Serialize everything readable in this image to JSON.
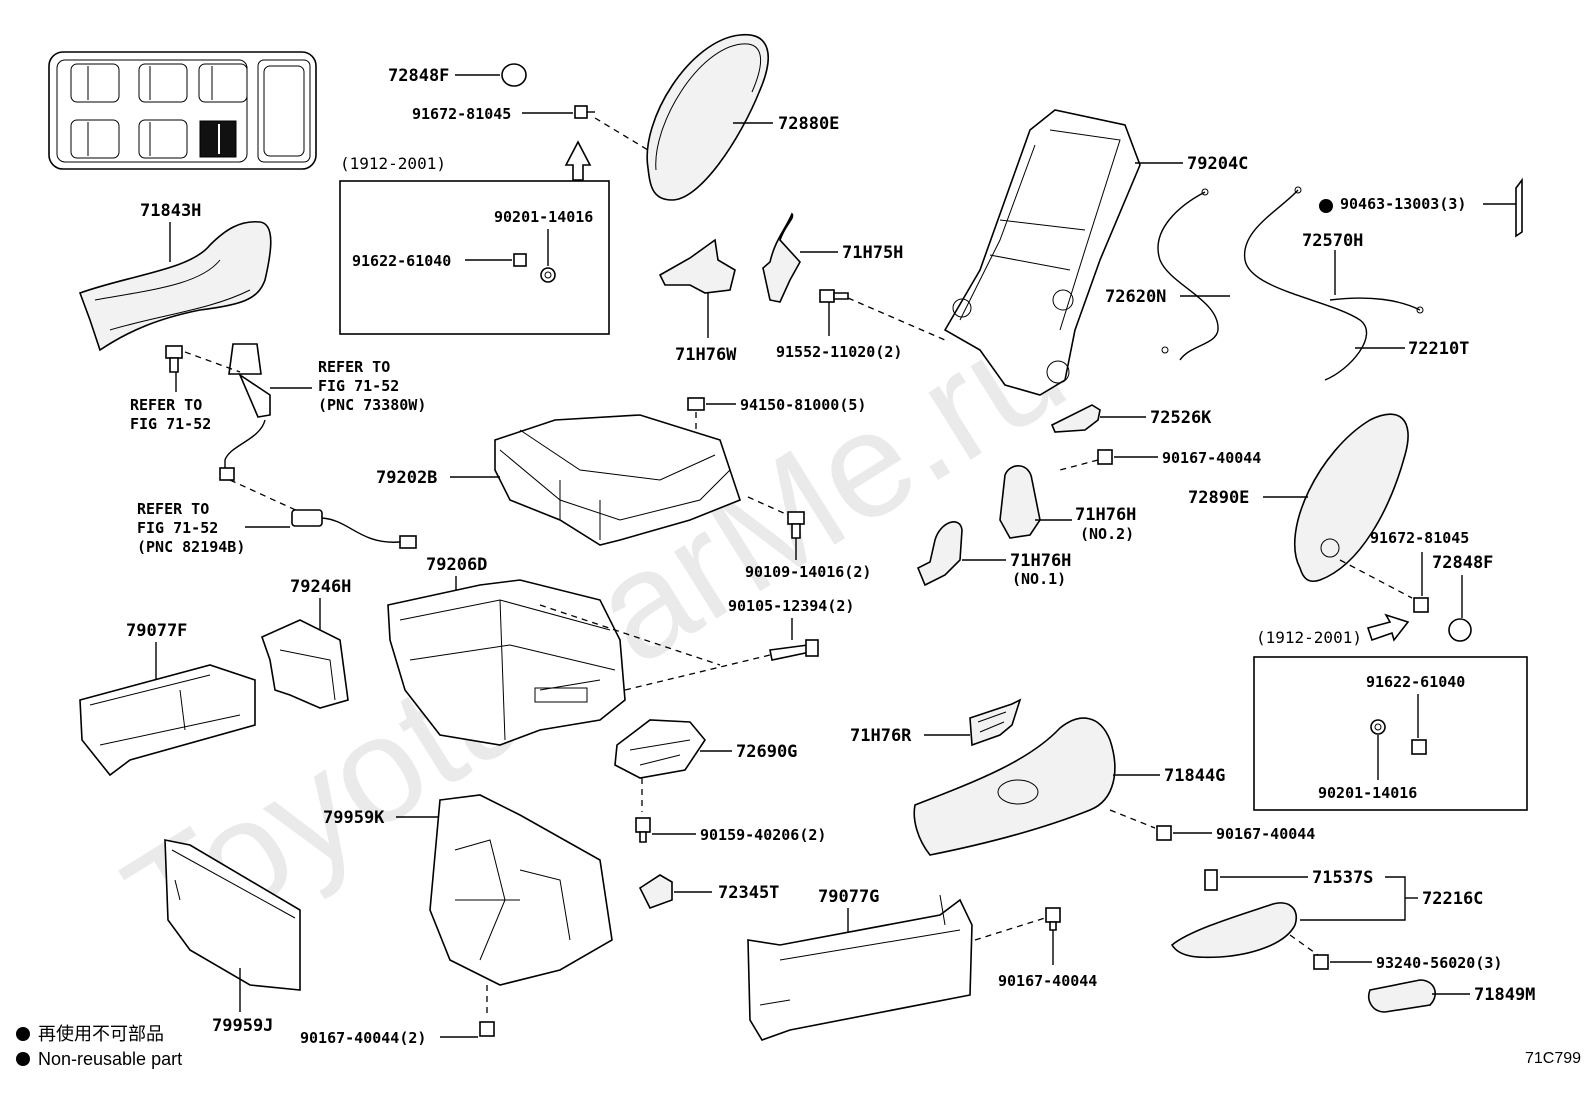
{
  "watermark": "ToyotaCarMe.ru",
  "figure_code": "71C799",
  "legend": {
    "jp": "再使用不可部品",
    "en": "Non-reusable part"
  },
  "labels": {
    "p72848F_top": "72848F",
    "p91672_81045_top": "91672-81045",
    "p72880E": "72880E",
    "box1_date": "(1912-2001)",
    "box1_90201": "90201-14016",
    "box1_91622": "91622-61040",
    "p71843H": "71843H",
    "p71H75H": "71H75H",
    "p71H76W": "71H76W",
    "p91552": "91552-11020(2)",
    "p79204C": "79204C",
    "p90463": "90463-13003(3)",
    "p72570H": "72570H",
    "p72620N": "72620N",
    "p72210T": "72210T",
    "p72526K": "72526K",
    "refer1_l1": "REFER TO",
    "refer1_l2": "FIG 71-52",
    "refer1_l3": "(PNC 73380W)",
    "refer2_l1": "REFER TO",
    "refer2_l2": "FIG 71-52",
    "refer3_l1": "REFER TO",
    "refer3_l2": "FIG 71-52",
    "refer3_l3": "(PNC 82194B)",
    "p94150": "94150-81000(5)",
    "p79202B": "79202B",
    "p90167_40044_a": "90167-40044",
    "p72890E": "72890E",
    "p71H76H_no2": "71H76H",
    "p71H76H_no2_sub": "(NO.2)",
    "p71H76H_no1": "71H76H",
    "p71H76H_no1_sub": "(NO.1)",
    "p90109": "90109-14016(2)",
    "p91672_81045_right": "91672-81045",
    "p72848F_right": "72848F",
    "p79246H": "79246H",
    "p79206D": "79206D",
    "p90105": "90105-12394(2)",
    "box2_date": "(1912-2001)",
    "box2_91622": "91622-61040",
    "box2_90201": "90201-14016",
    "p79077F": "79077F",
    "p72690G": "72690G",
    "p71H76R": "71H76R",
    "p71844G": "71844G",
    "p79959K": "79959K",
    "p90159": "90159-40206(2)",
    "p90167_40044_b": "90167-40044",
    "p71537S": "71537S",
    "p72216C": "72216C",
    "p72345T": "72345T",
    "p79077G": "79077G",
    "p93240": "93240-56020(3)",
    "p90167_40044_c": "90167-40044",
    "p71849M": "71849M",
    "p79959J": "79959J",
    "p90167_40044_d": "90167-40044(2)"
  }
}
